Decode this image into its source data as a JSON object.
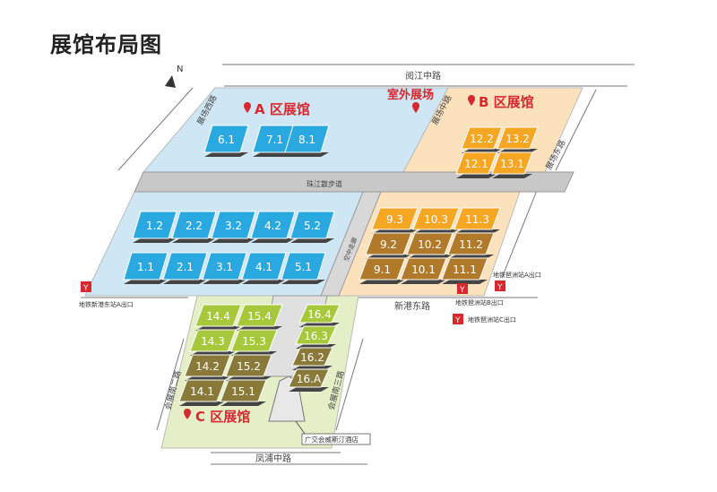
{
  "title": "展馆布局图",
  "compass": "N",
  "colors": {
    "a_zone": "#cfe6f4",
    "a_hall": "#29a9df",
    "b_zone": "#fbe2bd",
    "b_hall": "#f5a623",
    "b_hall_dark": "#b07a2a",
    "c_zone": "#e4efc8",
    "c_hall": "#a8c83c",
    "c_hall_dark": "#8a7a3a",
    "accent_red": "#d7282f",
    "walkway": "#c8c8c8"
  },
  "zones": {
    "a": "A 区展馆",
    "b": "B 区展馆",
    "c": "C 区展馆",
    "outdoor": "室外展场"
  },
  "roads": {
    "yuejiang": "阅江中路",
    "west": "展场西路",
    "middle": "展场中路",
    "east": "展场东路",
    "xingang": "新港东路",
    "fengpu": "凤浦中路",
    "huizhan2": "会展南二路",
    "huizhan3": "会展南三路",
    "walkway": "珠江散步道",
    "corridor": "空中走廊"
  },
  "halls": {
    "a_top": [
      "6.1",
      "7.1",
      "8.1"
    ],
    "a_row2": [
      "1.2",
      "2.2",
      "3.2",
      "4.2",
      "5.2"
    ],
    "a_row1": [
      "1.1",
      "2.1",
      "3.1",
      "4.1",
      "5.1"
    ],
    "b_top": [
      [
        "12.2",
        "13.2"
      ],
      [
        "12.1",
        "13.1"
      ]
    ],
    "b_main": [
      [
        "9.3",
        "10.3",
        "11.3"
      ],
      [
        "9.2",
        "10.2",
        "11.2"
      ],
      [
        "9.1",
        "10.1",
        "11.1"
      ]
    ],
    "c_main": [
      [
        "14.4",
        "15.4"
      ],
      [
        "14.3",
        "15.3"
      ],
      [
        "14.2",
        "15.2"
      ],
      [
        "14.1",
        "15.1"
      ]
    ],
    "c_right": [
      "16.4",
      "16.3",
      "16.2",
      "16.A"
    ]
  },
  "metro": {
    "xingang_a": "地铁新港东站A出口",
    "pazhou_a": "地铁琶洲站A出口",
    "pazhou_b": "地铁琶洲站B出口",
    "pazhou_c": "地铁琶洲站C出口"
  },
  "hotel": "广交会威斯汀酒店"
}
